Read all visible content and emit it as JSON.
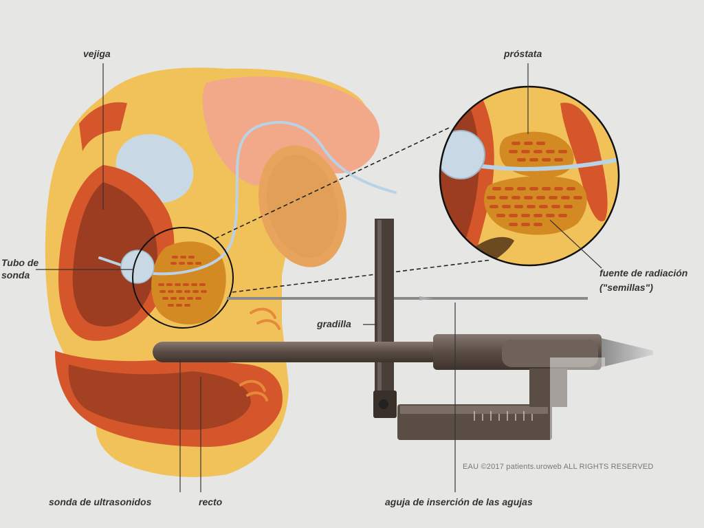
{
  "labels": {
    "bladder": "vejiga",
    "prostate": "próstata",
    "probe_tip_line1": "Tubo de",
    "probe_tip_line2": "sonda",
    "radiation_source_line1": "fuente de radiación",
    "radiation_source_line2": "(\"semillas\")",
    "template_grid": "gradilla",
    "ultrasound_probe": "sonda de ultrasonidos",
    "rectum": "recto",
    "needle": "aguja de inserción de las agujas"
  },
  "copyright": "EAU ©2017 patients.uroweb ALL RIGHTS RESERVED",
  "colors": {
    "background": "#e6e6e4",
    "fat": "#f2c25a",
    "muscle": "#d4562a",
    "bladder_lumen": "#9c3d22",
    "bladder_fluid": "#c8d8e4",
    "prostate": "#d48a22",
    "seed": "#c8501e",
    "penis_skin": "#f2a98a",
    "probe": "#5a4d45",
    "needle": "#7c7c7c"
  }
}
